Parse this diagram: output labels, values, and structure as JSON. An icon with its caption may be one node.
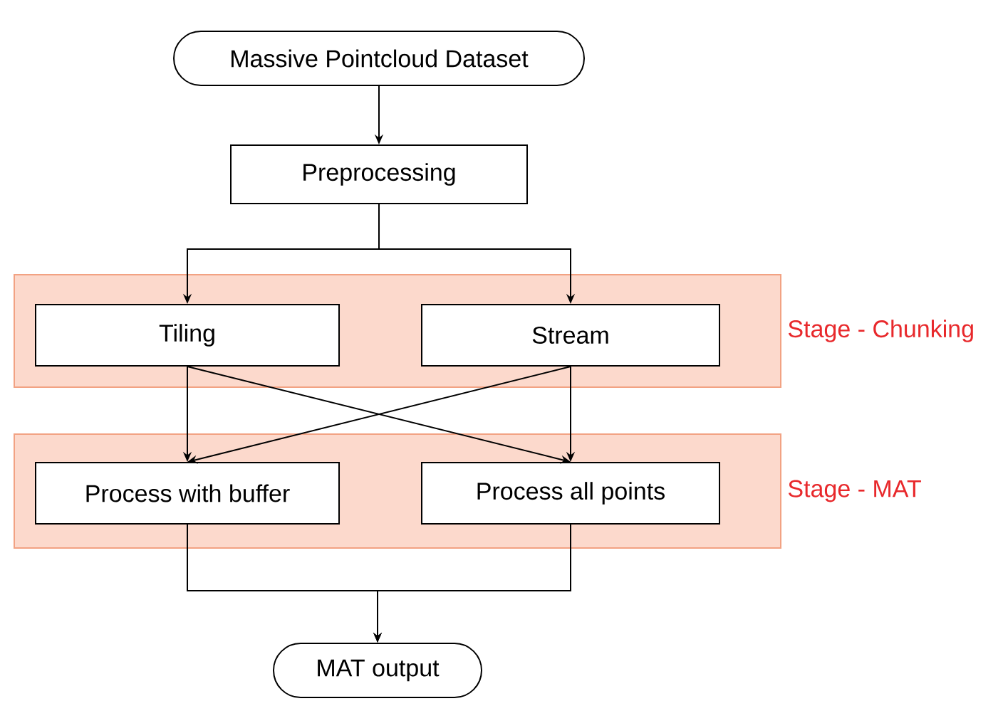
{
  "diagram": {
    "nodes": [
      {
        "text": [
          "Massive Pointcloud Dataset"
        ]
      },
      {
        "text": [
          "Preprocessing"
        ]
      },
      {
        "text": [
          "Stage - Chunking"
        ]
      },
      {
        "text": [
          "Tiling"
        ],
        "in": 2
      },
      {
        "text": [
          "Stream"
        ],
        "in": 2
      },
      {
        "text": [
          "Stage - MAT"
        ]
      },
      {
        "text": [
          "Process with buffer"
        ],
        "in": 5
      },
      {
        "text": [
          "Process all points"
        ],
        "in": 5
      },
      {
        "text": [
          "MAT output"
        ]
      }
    ],
    "edges": [
      {
        "from": 0,
        "to": 1,
        "arrow": "to"
      },
      {
        "from": 1,
        "to": 3,
        "arrow": "to"
      },
      {
        "from": 1,
        "to": 4,
        "arrow": "to"
      },
      {
        "from": 3,
        "to": 6,
        "arrow": "to"
      },
      {
        "from": 3,
        "to": 7,
        "arrow": "to"
      },
      {
        "from": 4,
        "to": 6,
        "arrow": "to"
      },
      {
        "from": 4,
        "to": 7,
        "arrow": "to"
      },
      {
        "from": 6,
        "to": 8,
        "arrow": "to"
      },
      {
        "from": 7,
        "to": 8,
        "arrow": "to"
      }
    ]
  }
}
